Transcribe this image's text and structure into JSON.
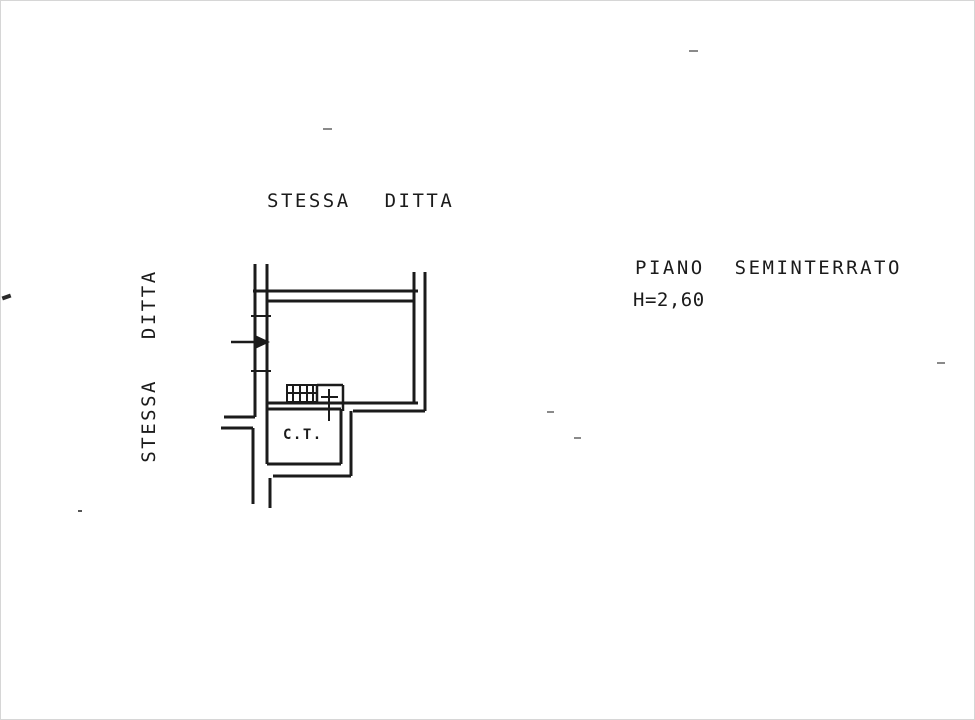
{
  "colors": {
    "ink": "#1b1b1b",
    "paper": "#ffffff"
  },
  "annotations": {
    "adjacent_property_top": "STESSA DITTA",
    "adjacent_property_left": "STESSA DITTA",
    "floor_name": "PIANO SEMINTERRATO",
    "ceiling_height": "H=2,60",
    "boiler_room": "C.T."
  }
}
